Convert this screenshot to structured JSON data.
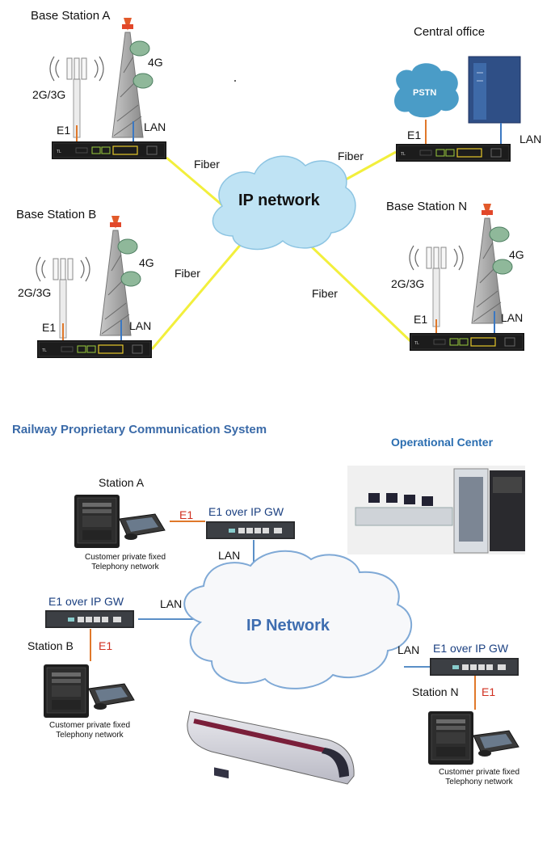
{
  "top": {
    "base_station_a": "Base Station A",
    "base_station_b": "Base Station B",
    "base_station_n": "Base Station N",
    "central_office": "Central office",
    "pstn": "PSTN",
    "ip_network": "IP network",
    "fiber": "Fiber",
    "e1": "E1",
    "lan": "LAN",
    "g23": "2G/3G",
    "g4": "4G"
  },
  "bottom": {
    "title": "Railway Proprietary Communication System",
    "operational_center": "Operational Center",
    "station_a": "Station A",
    "station_b": "Station B",
    "station_n": "Station N",
    "gw": "E1 over IP GW",
    "e1": "E1",
    "lan": "LAN",
    "ip_network": "IP  Network",
    "customer_line1": "Customer private fixed",
    "customer_line2": "Telephony network"
  },
  "colors": {
    "fiber": "#f2ef3c",
    "lan": "#3b78c2",
    "e1": "#e0782a",
    "cloud_fill": "#bfe3f4",
    "cloud2_fill": "#f7f8fa",
    "cloud2_stroke": "#7fa9d6",
    "accent": "#3a6aa8"
  }
}
